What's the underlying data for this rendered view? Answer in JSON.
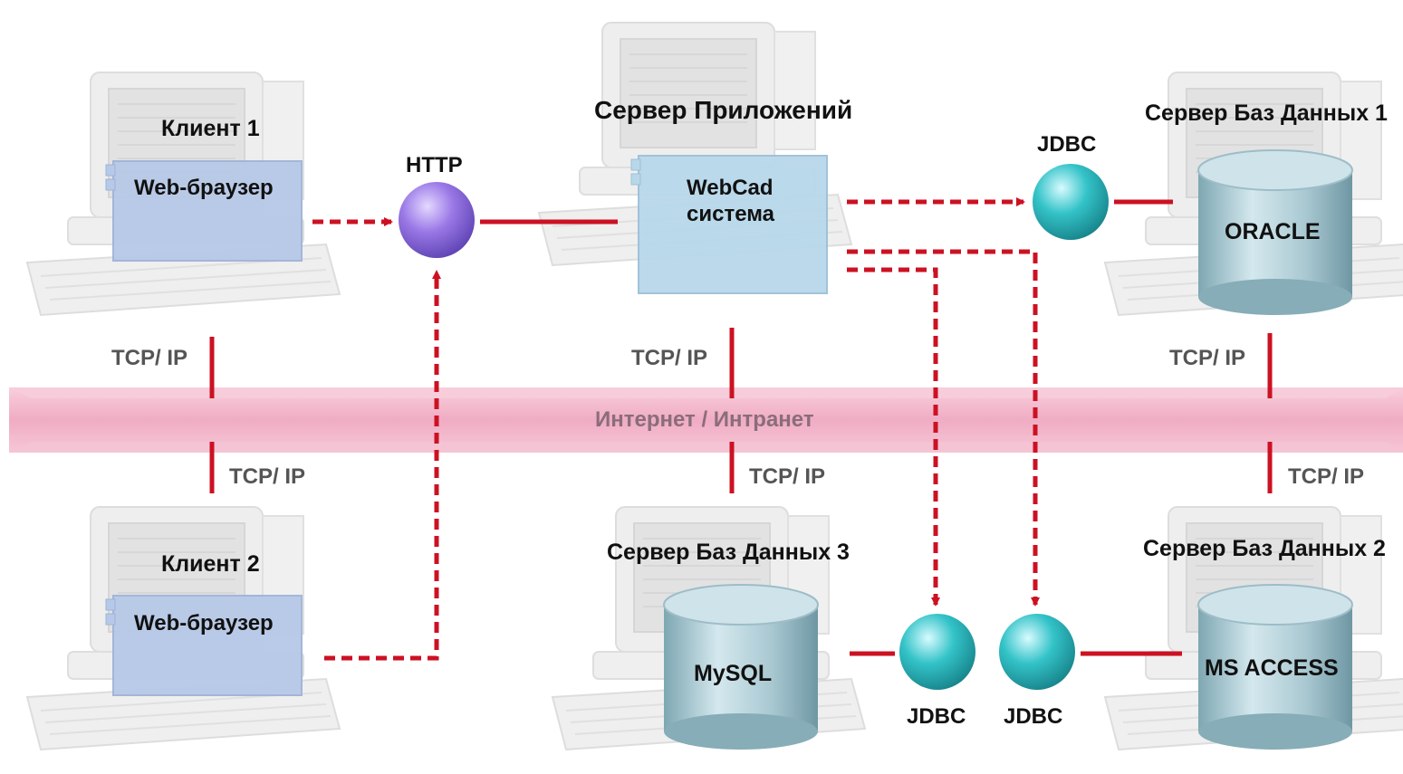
{
  "network": {
    "label": "Интернет / Интранет"
  },
  "client1": {
    "title": "Клиент 1",
    "app": "Web-браузер",
    "tcp": "TCP/ IP"
  },
  "client2": {
    "title": "Клиент 2",
    "app": "Web-браузер",
    "tcp": "TCP/ IP"
  },
  "http": {
    "label": "HTTP"
  },
  "app_server": {
    "title": "Сервер Приложений",
    "app_line1": "WebCad",
    "app_line2": "система",
    "tcp": "TCP/ IP"
  },
  "db_server1": {
    "title": "Сервер Баз Данных 1",
    "db": "ORACLE",
    "jdbc": "JDBC",
    "tcp": "TCP/ IP"
  },
  "db_server2": {
    "title": "Сервер Баз Данных 2",
    "db": "MS ACCESS",
    "jdbc": "JDBC",
    "tcp": "TCP/ IP"
  },
  "db_server3": {
    "title": "Сервер Баз Данных 3",
    "db": "MySQL",
    "jdbc": "JDBC",
    "tcp": "TCP/ IP"
  },
  "colors": {
    "link": "#cc1122",
    "band": "#f3b3c8",
    "http_node": "#8f6ae0",
    "jdbc_node": "#2ab8bf",
    "app_box": "#b8d8ea",
    "browser_box": "#b7c9e8",
    "db_cylinder": "#b9d4dc"
  }
}
